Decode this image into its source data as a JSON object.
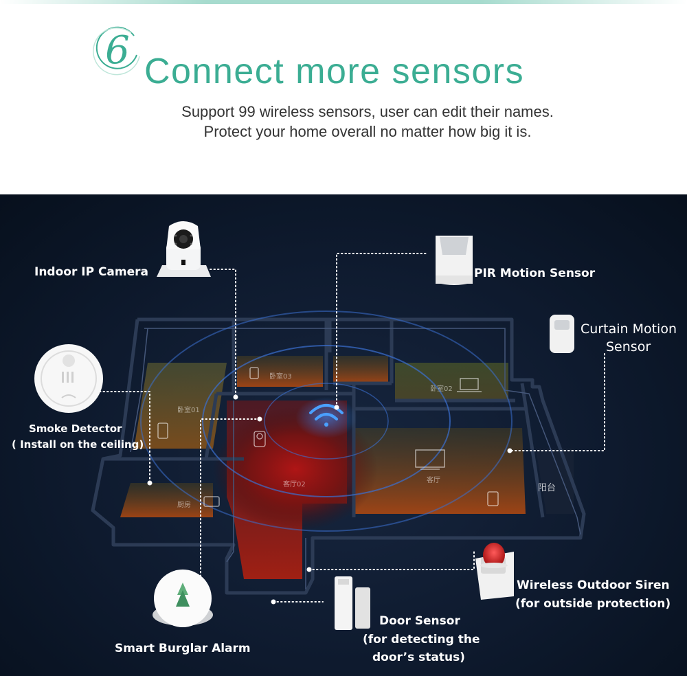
{
  "header": {
    "step_number": "6",
    "title": "Connect more sensors",
    "subtitle_line1": "Support 99 wireless sensors, user can edit their names.",
    "subtitle_line2": "Protect your home overall no matter how big it is."
  },
  "devices": {
    "camera": "Indoor IP Camera",
    "pir": "PIR Motion Sensor",
    "curtain_line1": "Curtain Motion",
    "curtain_line2": "Sensor",
    "smoke_line1": "Smoke Detector",
    "smoke_line2": "( Install on the ceiling)",
    "siren_line1": "Wireless Outdoor Siren",
    "siren_line2": "(for outside protection)",
    "door_line1": "Door Sensor",
    "door_line2": "(for detecting the",
    "door_line3": "door’s status)",
    "burglar": "Smart Burglar Alarm"
  },
  "rooms": {
    "bedroom03": "卧室03",
    "bedroom02": "卧室02",
    "bedroom01": "卧室01",
    "living02": "客厅02",
    "living": "客厅",
    "kitchen": "厨房",
    "balcony": "阳台"
  },
  "colors": {
    "accent": "#3bad93",
    "background": "#0e1a2e",
    "wifi": "#2f8cff"
  }
}
